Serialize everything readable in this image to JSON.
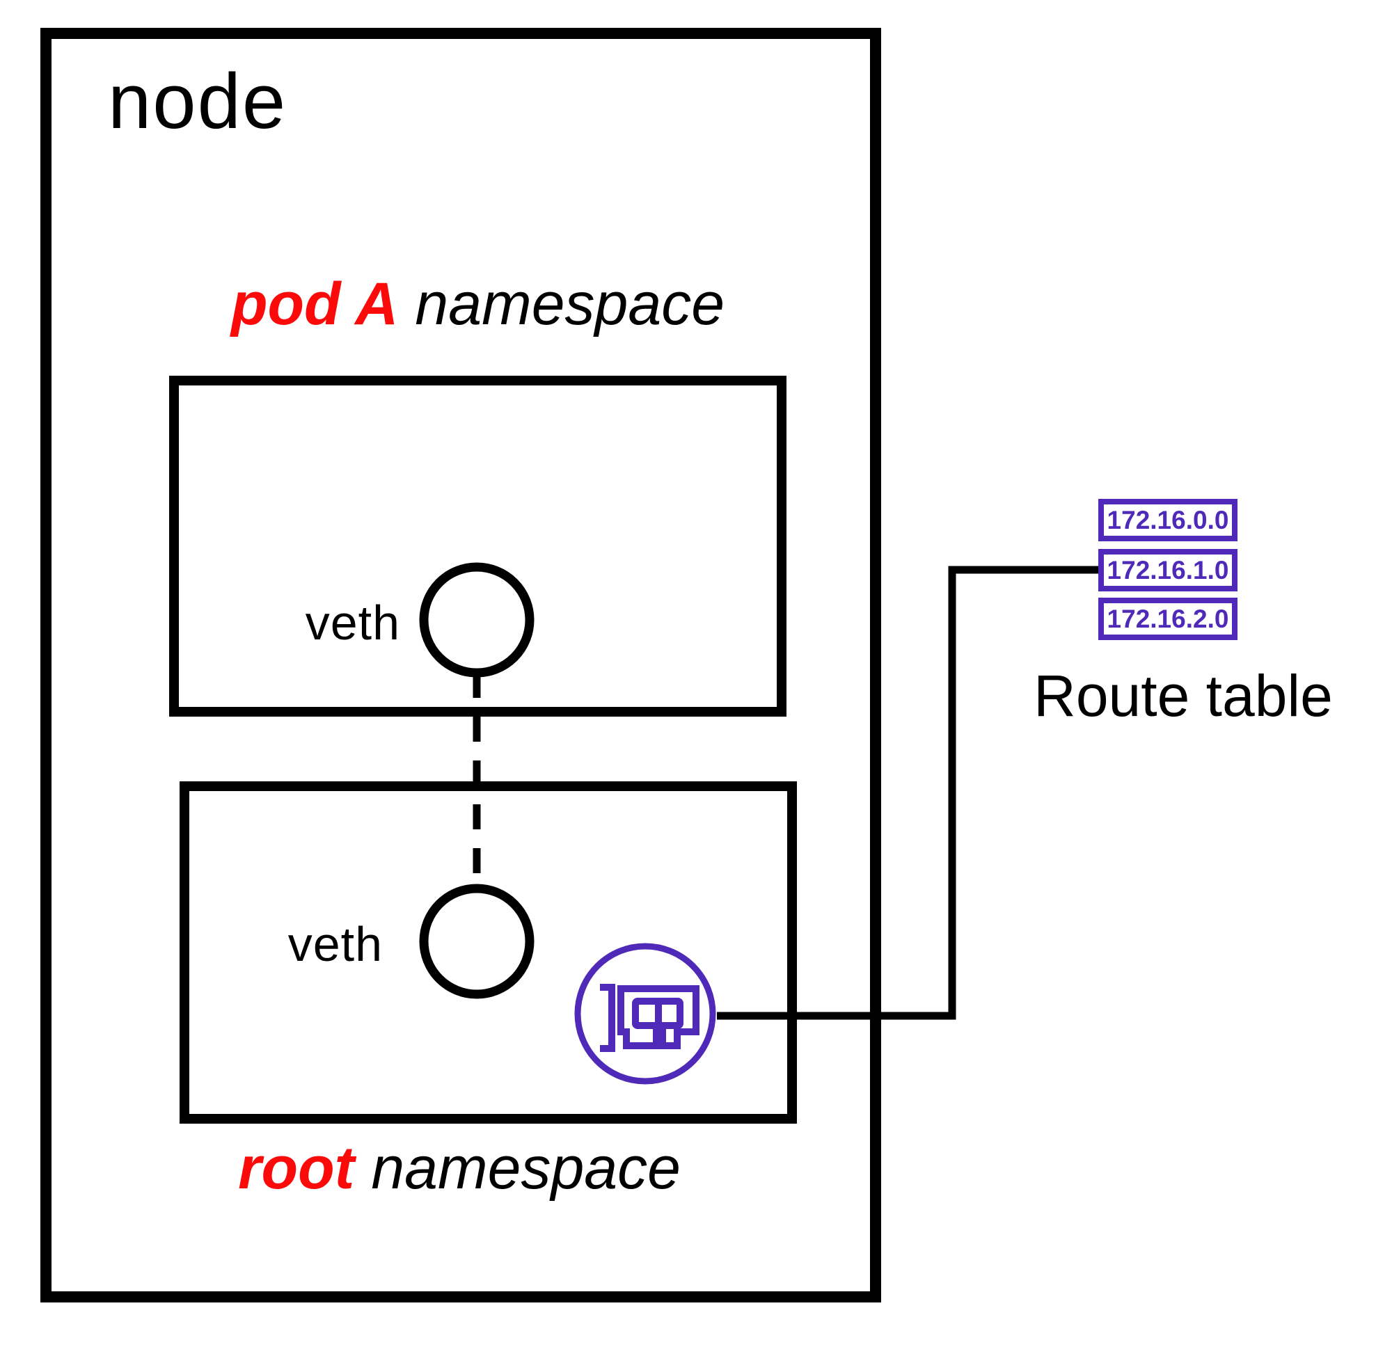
{
  "node": {
    "title": "node"
  },
  "pod_namespace": {
    "name_accent": "pod A",
    "name_rest": "namespace",
    "veth_label": "veth"
  },
  "root_namespace": {
    "name_accent": "root",
    "name_rest": "namespace",
    "veth_label": "veth"
  },
  "route_table": {
    "title": "Route table",
    "entries": [
      "172.16.0.0",
      "172.16.1.0",
      "172.16.2.0"
    ]
  },
  "icons": {
    "nic": "network-interface-card-icon",
    "veth_port": "veth-port-circle-icon"
  },
  "colors": {
    "accent_red": "#fb0a0a",
    "accent_purple": "#4f2ab8",
    "line_black": "#000000",
    "background": "#ffffff"
  }
}
